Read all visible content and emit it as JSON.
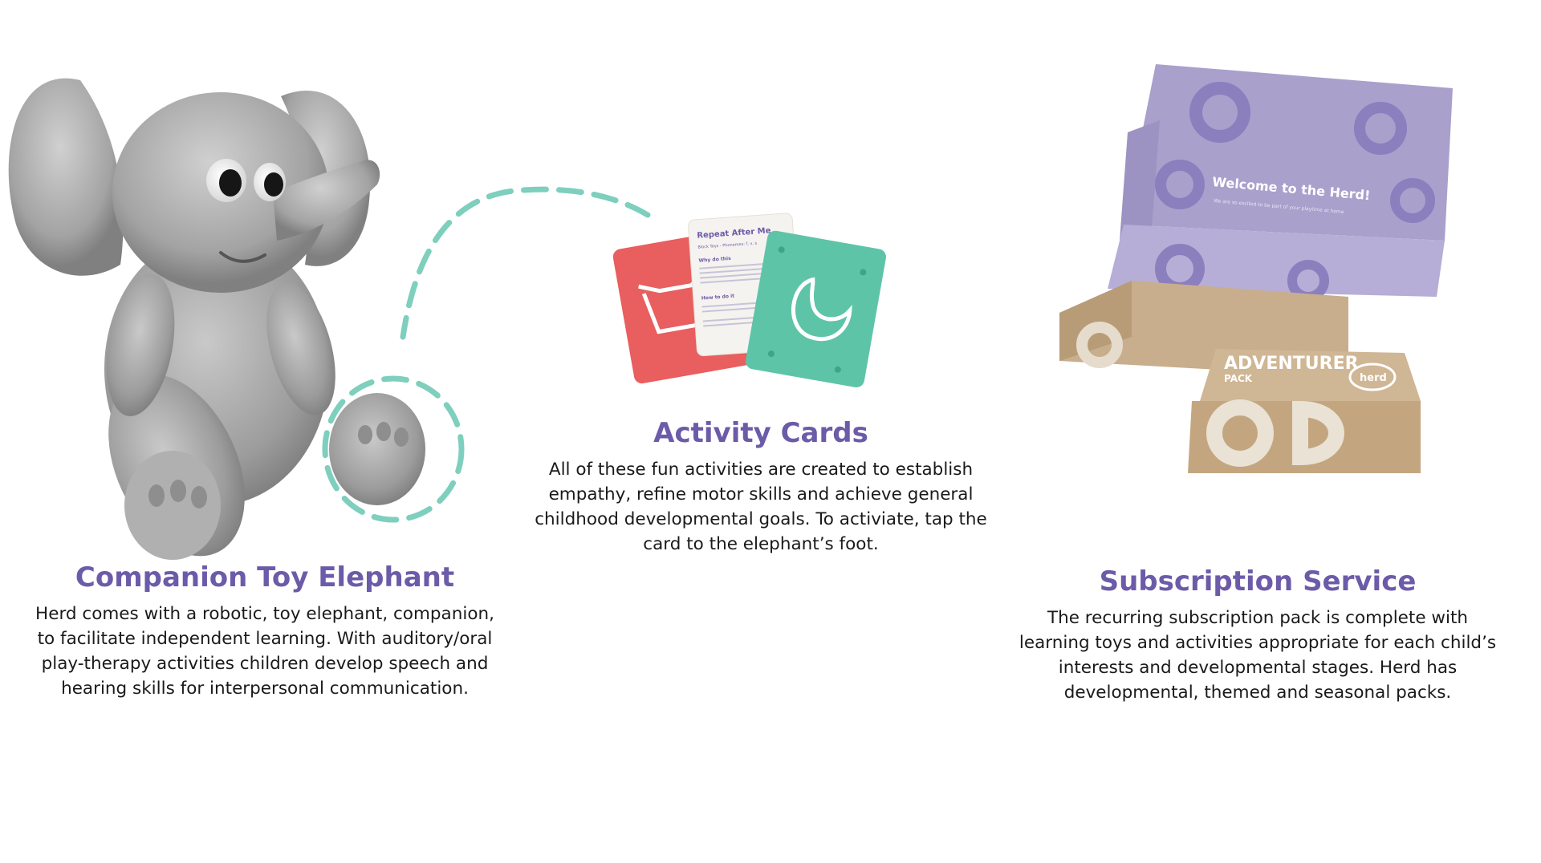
{
  "colors": {
    "heading": "#6c5ba8",
    "body_text": "#1a1a1a",
    "dash_teal": "#7ecfbd",
    "card_red": "#e95e5e",
    "card_teal": "#5ec4a8",
    "box_lavender": "#a9a0cc",
    "box_kraft": "#c8ae8c"
  },
  "elephant": {
    "title": "Companion Toy Elephant",
    "description": "Herd comes with a robotic, toy elephant, companion, to facilitate independent learning. With auditory/oral play-therapy activities children develop speech and hearing skills for interpersonal communication."
  },
  "cards": {
    "title": "Activity Cards",
    "description": "All of these fun activities are created to establish empathy, refine motor skills and achieve general childhood developmental goals. To activiate, tap the card to the elephant’s foot.",
    "card_heading": "Repeat After Me",
    "card_subheading": "Block Toys - Phonemes: f, v, s",
    "card_section_1": "Why do this",
    "card_section_2": "How to do it"
  },
  "subscription": {
    "title": "Subscription Service",
    "description": "The recurring subscription pack is complete with learning toys and activities appropriate for each child’s interests and developmental stages. Herd has developmental, themed and seasonal packs.",
    "lid_text": "Welcome to the Herd!",
    "lid_subtext": "We are so excited to be part of your playtime at home",
    "box_label": "ADVENTURER",
    "box_sublabel": "PACK",
    "brand": "herd"
  }
}
